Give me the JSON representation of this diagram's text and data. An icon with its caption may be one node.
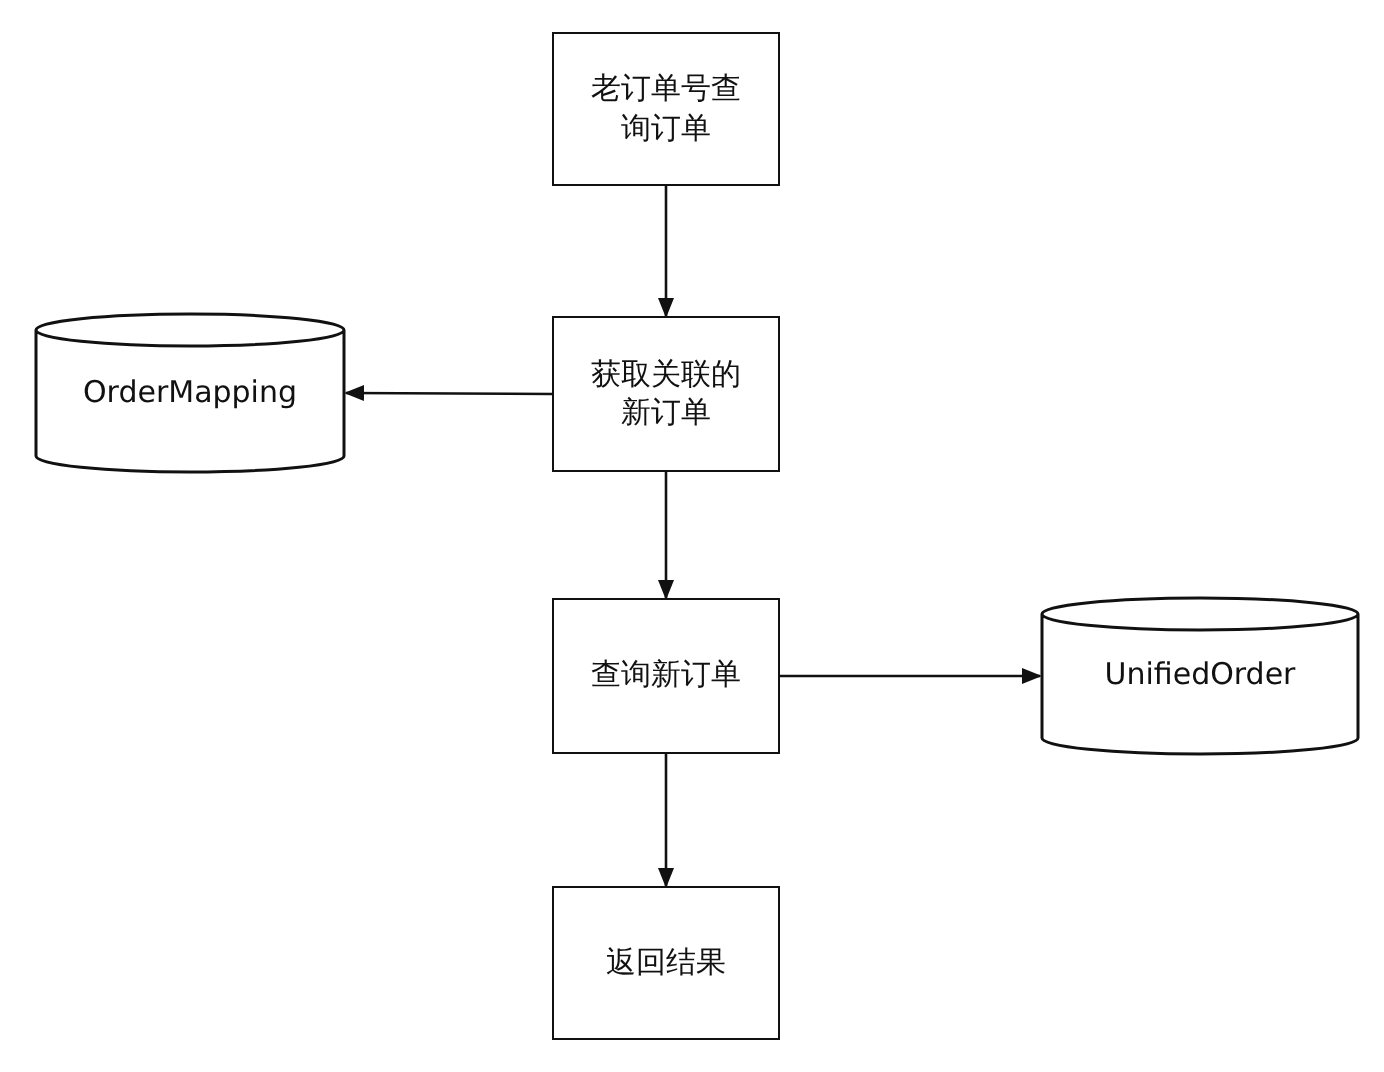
{
  "diagram": {
    "nodes": [
      {
        "text": [
          "老订单号查询订单"
        ]
      },
      {
        "text": [
          "获取关联的新订单"
        ]
      },
      {
        "text": [
          "OrderMapping"
        ]
      },
      {
        "text": [
          "查询新订单"
        ]
      },
      {
        "text": [
          "UnifiedOrder"
        ]
      },
      {
        "text": [
          "返回结果"
        ]
      }
    ],
    "edges": [
      {
        "from": 0,
        "to": 1,
        "arrow": "to"
      },
      {
        "from": 1,
        "to": 2,
        "arrow": "to"
      },
      {
        "from": 1,
        "to": 3,
        "arrow": "to"
      },
      {
        "from": 3,
        "to": 4,
        "arrow": "to"
      },
      {
        "from": 3,
        "to": 5,
        "arrow": "to"
      }
    ]
  }
}
